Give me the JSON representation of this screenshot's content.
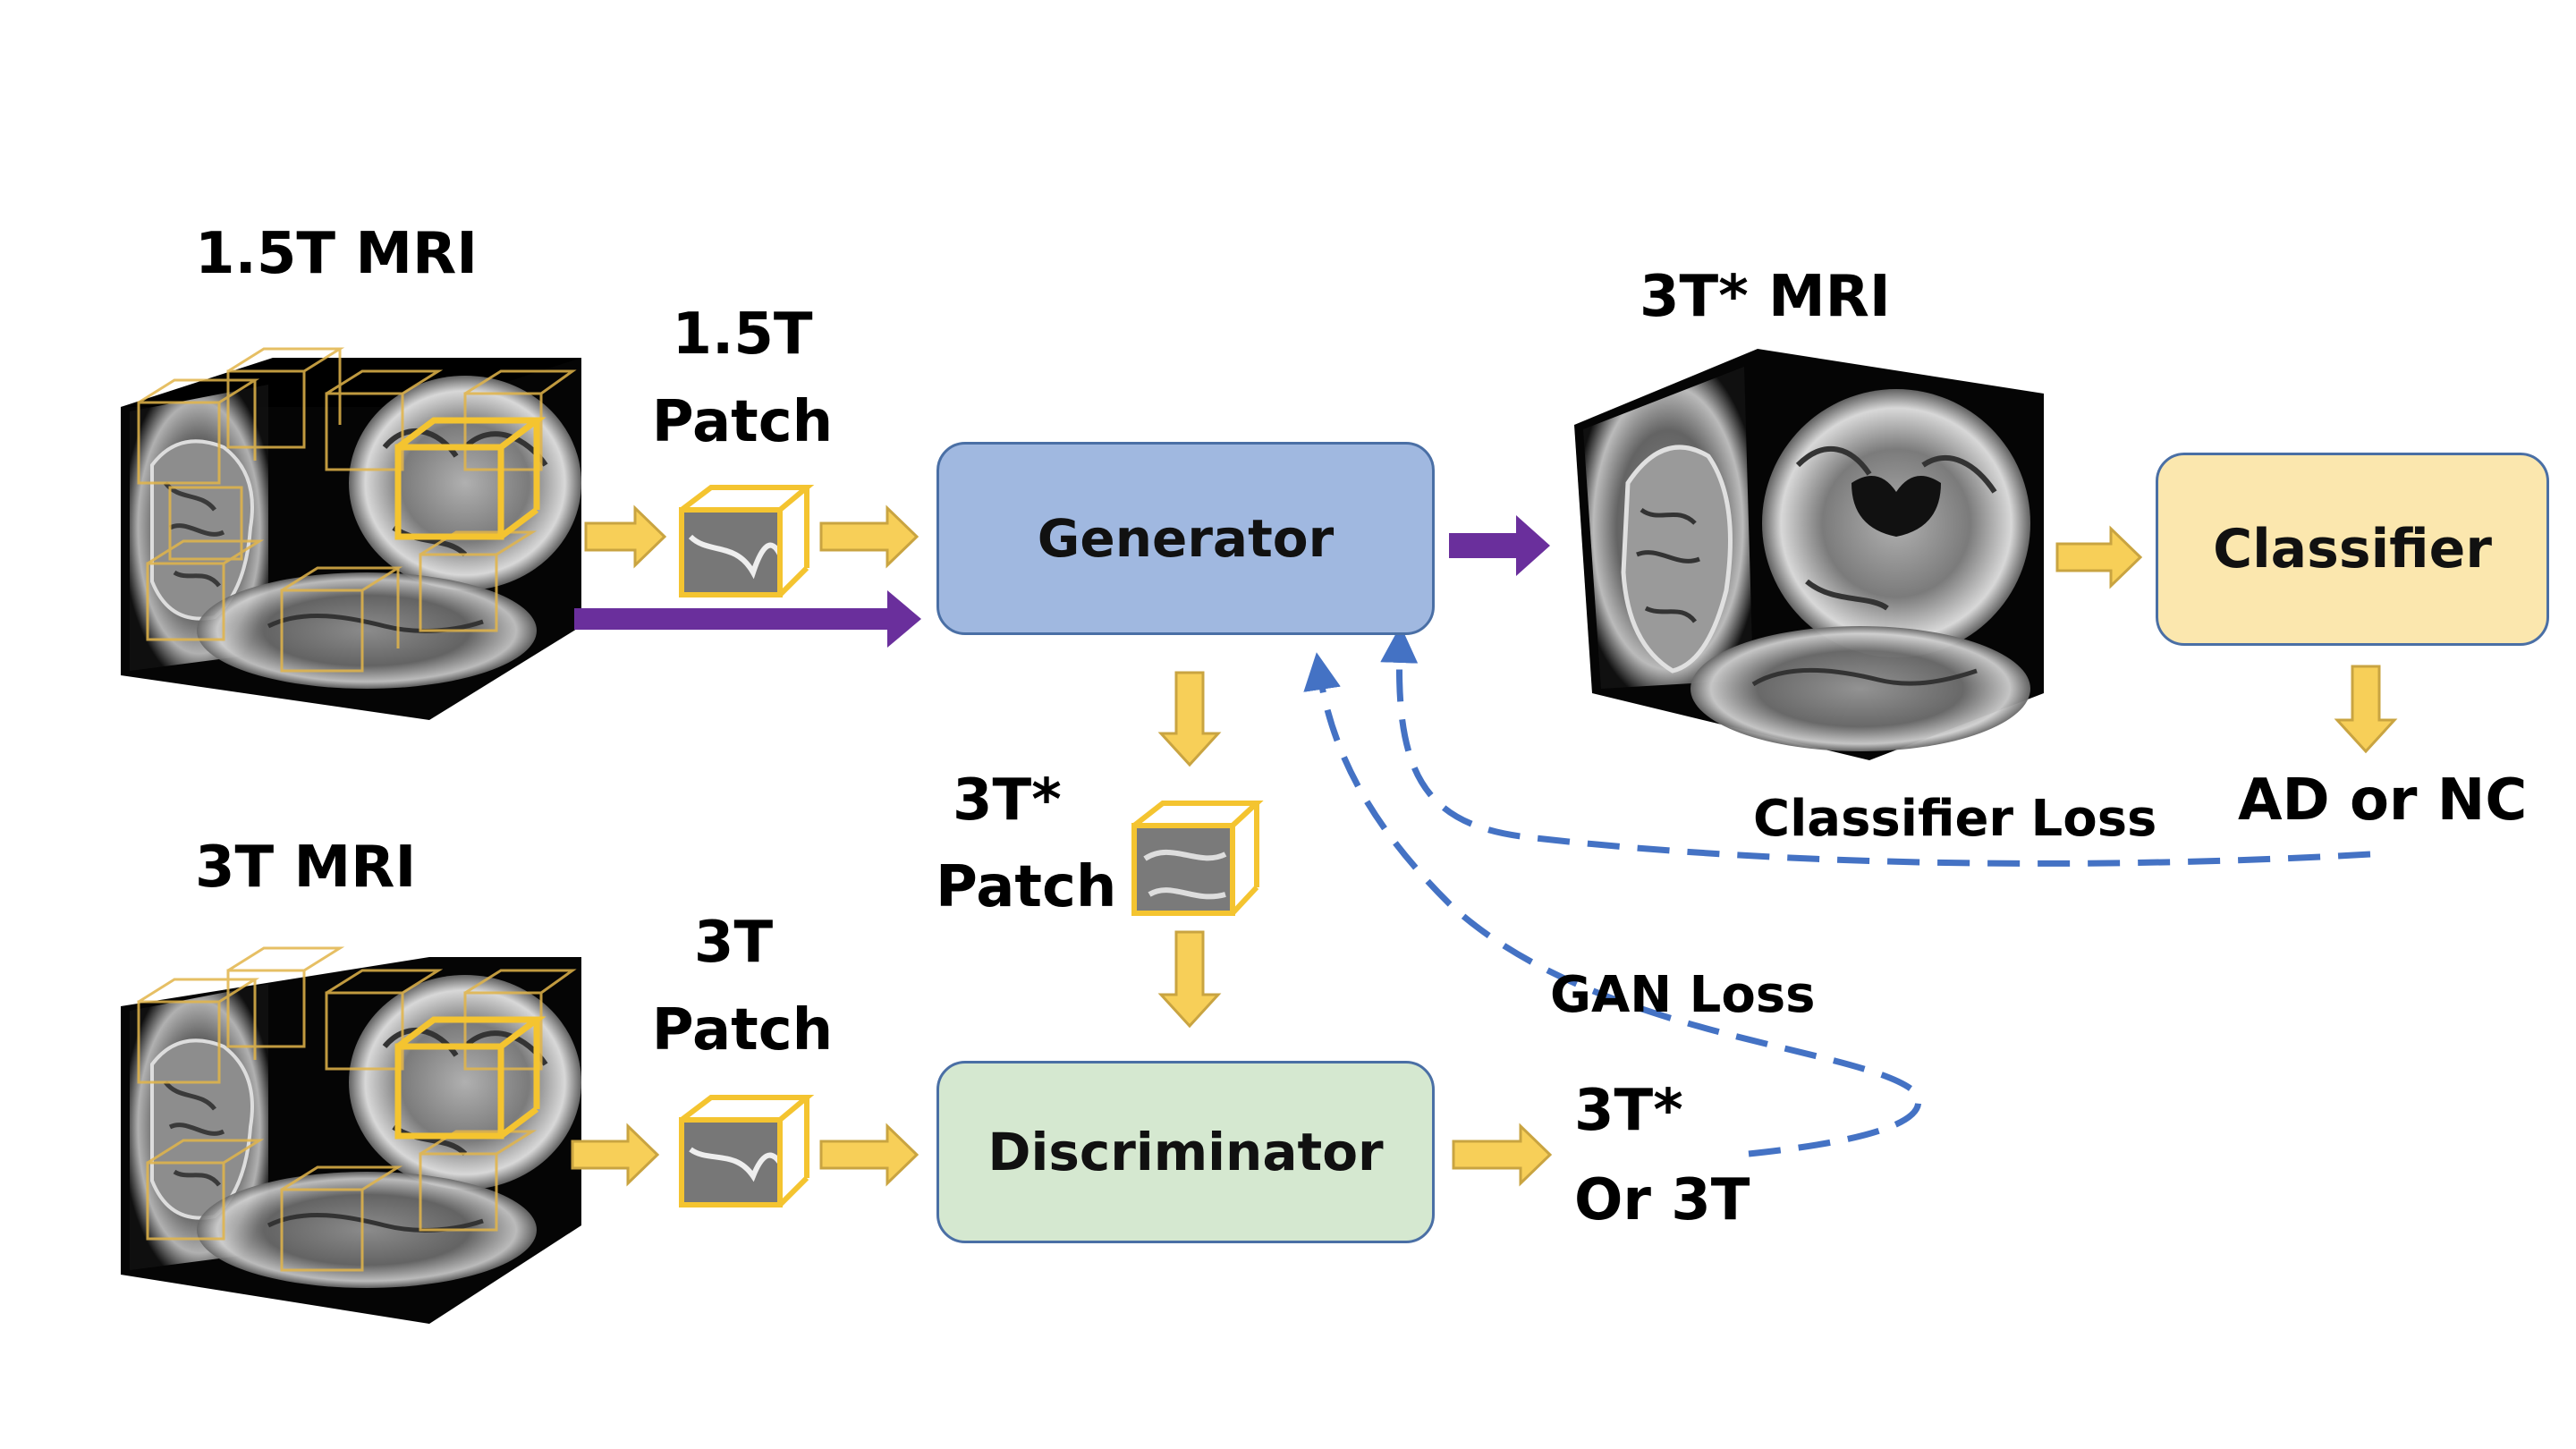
{
  "labels": {
    "mri_15t": "1.5T MRI",
    "patch_15t_line1": "1.5T",
    "patch_15t_line2": "Patch",
    "mri_3t_star": "3T* MRI",
    "mri_3t": "3T MRI",
    "patch_3t_line1": "3T",
    "patch_3t_line2": "Patch",
    "patch_3t_star_line1": "3T*",
    "patch_3t_star_line2": "Patch",
    "output_line1": "3T*",
    "output_line2": "Or 3T",
    "result": "AD or NC",
    "classifier_loss": "Classifier Loss",
    "gan_loss": "GAN Loss"
  },
  "boxes": {
    "generator": "Generator",
    "discriminator": "Discriminator",
    "classifier": "Classifier"
  },
  "colors": {
    "generator_fill": "#a0b8e0",
    "discriminator_fill": "#d5e8d0",
    "classifier_fill": "#fbe7ae",
    "box_border": "#4a6fa5",
    "block_arrow": "#f7cf58",
    "block_arrow_border": "#c9a441",
    "thick_arrow": "#6a2f9c",
    "loss_dash": "#4472c4",
    "patch_outline": "#f4c430"
  }
}
